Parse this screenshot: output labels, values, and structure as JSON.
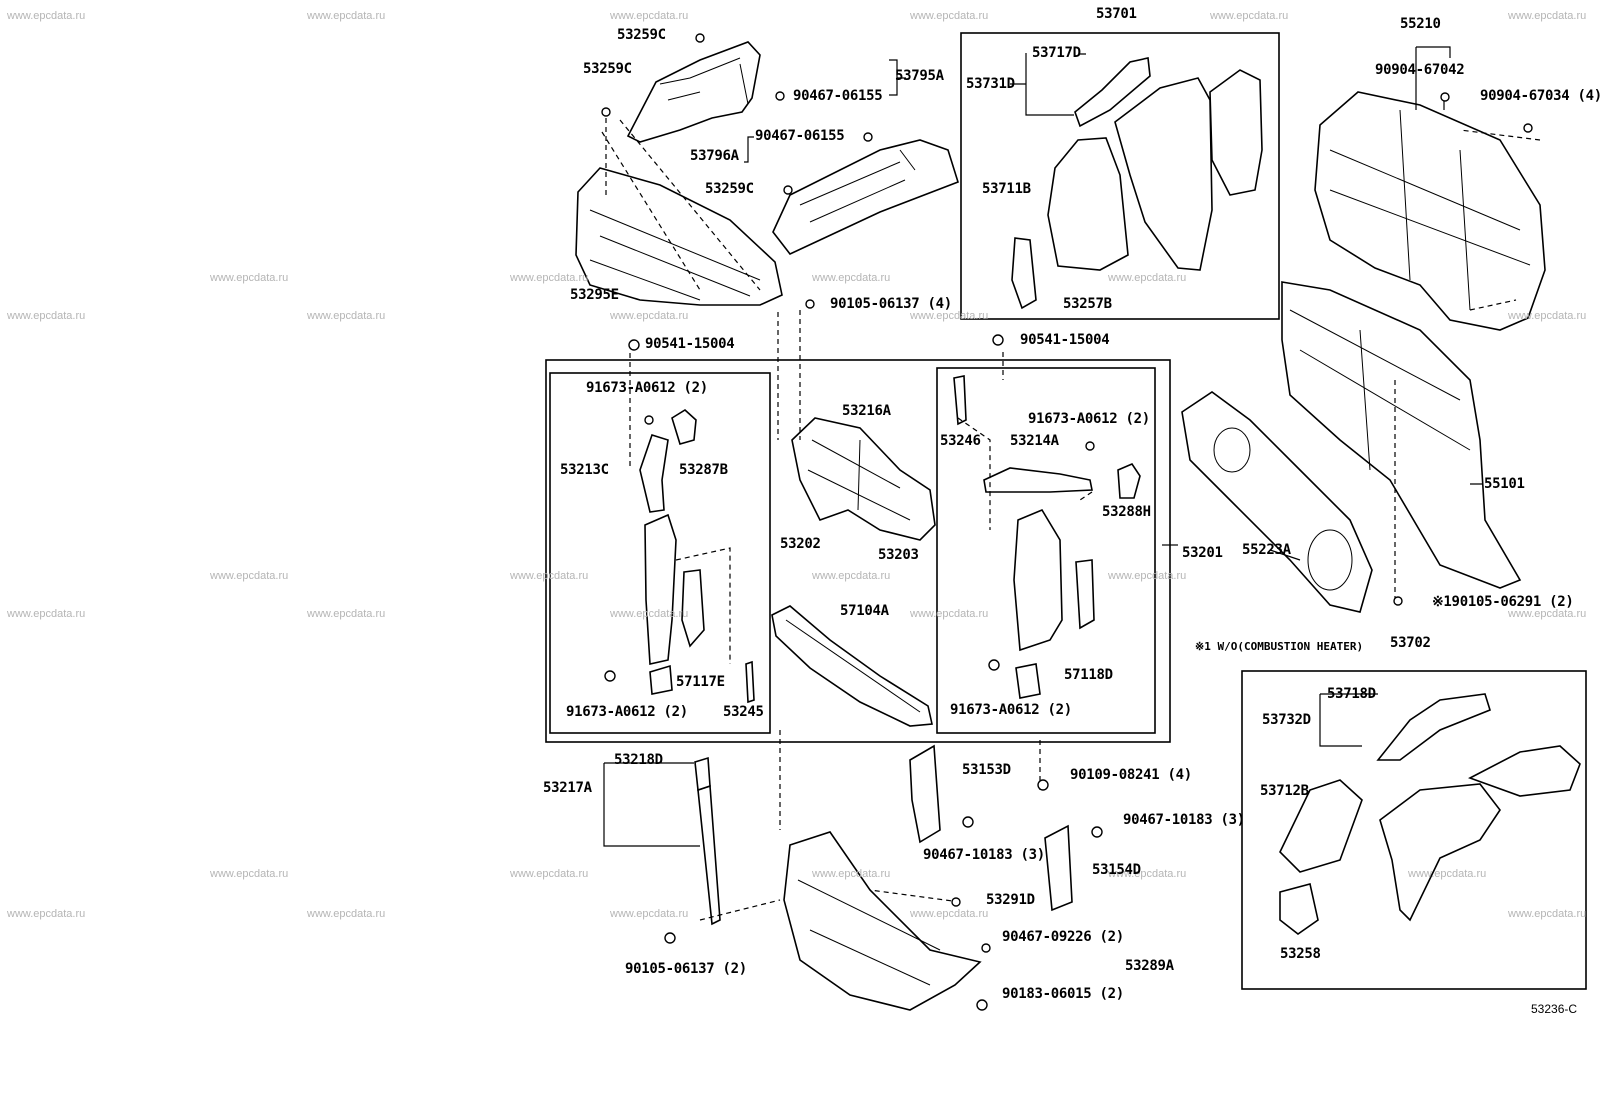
{
  "watermark": "www.epcdata.ru",
  "labels": {
    "p53259c_a": "53259C",
    "p53259c_b": "53259C",
    "p53259c_c": "53259C",
    "p53795a": "53795A",
    "p90467_06155_a": "90467-06155",
    "p90467_06155_b": "90467-06155",
    "p53796a": "53796A",
    "p53295e": "53295E",
    "p90105_06137_4": "90105-06137 (4)",
    "p90541_15004_a": "90541-15004",
    "p90541_15004_b": "90541-15004",
    "p53701": "53701",
    "p53717d": "53717D",
    "p53731d": "53731D",
    "p53711b": "53711B",
    "p53257b": "53257B",
    "p55210": "55210",
    "p90904_67042": "90904-67042",
    "p90904_67034": "90904-67034 (4)",
    "p91673_a0612_2_a": "91673-A0612 (2)",
    "p91673_a0612_2_b": "91673-A0612 (2)",
    "p91673_a0612_2_c": "91673-A0612 (2)",
    "p91673_a0612_2_d": "91673-A0612 (2)",
    "p53213c": "53213C",
    "p53287b": "53287B",
    "p53216a": "53216A",
    "p53246": "53246",
    "p53214a": "53214A",
    "p53288h": "53288H",
    "p53202": "53202",
    "p53203": "53203",
    "p53201": "53201",
    "p55223a": "55223A",
    "p55101": "55101",
    "p90105_06291": "※190105-06291 (2)",
    "p57117e": "57117E",
    "p57104a": "57104A",
    "p57118d": "57118D",
    "p53245": "53245",
    "p53702": "53702",
    "p53718d": "53718D",
    "p53732d": "53732D",
    "p53712b": "53712B",
    "p53258": "53258",
    "p53218d": "53218D",
    "p53217a": "53217A",
    "p53153d": "53153D",
    "p90109_08241": "90109-08241 (4)",
    "p90467_10183_a": "90467-10183 (3)",
    "p90467_10183_b": "90467-10183 (3)",
    "p53154d": "53154D",
    "p53291d": "53291D",
    "p90467_09226": "90467-09226 (2)",
    "p53289a": "53289A",
    "p90183_06015": "90183-06015 (2)",
    "p90105_06137_2": "90105-06137 (2)"
  },
  "note": "※1 W/O(COMBUSTION HEATER)",
  "diagram_code": "53236-C"
}
